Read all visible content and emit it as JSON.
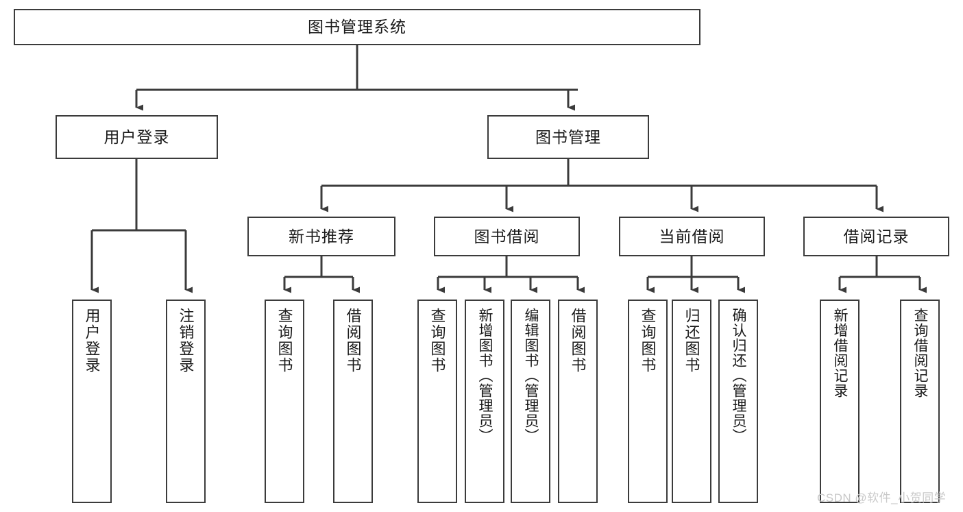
{
  "diagram": {
    "title": "图书管理系统",
    "type": "tree-hierarchy-chart",
    "orientation": "top-down",
    "node_fill": "#ffffff",
    "node_stroke": "#3b3b3b",
    "edge_color": "#3b3b3b",
    "background": "#ffffff"
  },
  "nodes": {
    "root": {
      "label": "图书管理系统"
    },
    "level2": [
      {
        "label": "用户登录"
      },
      {
        "label": "图书管理"
      }
    ],
    "level3": [
      {
        "label": "新书推荐"
      },
      {
        "label": "图书借阅"
      },
      {
        "label": "当前借阅"
      },
      {
        "label": "借阅记录"
      }
    ],
    "leaves_user_login": [
      {
        "label": "用户登录"
      },
      {
        "label": "注销登录"
      }
    ],
    "leaves_new_book": [
      {
        "label": "查询图书"
      },
      {
        "label": "借阅图书"
      }
    ],
    "leaves_borrow": [
      {
        "label": "查询图书"
      },
      {
        "label": "新增图书（管理员）"
      },
      {
        "label": "编辑图书（管理员）"
      },
      {
        "label": "借阅图书"
      }
    ],
    "leaves_current": [
      {
        "label": "查询图书"
      },
      {
        "label": "归还图书"
      },
      {
        "label": "确认归还（管理员）"
      }
    ],
    "leaves_records": [
      {
        "label": "新增借阅记录"
      },
      {
        "label": "查询借阅记录"
      }
    ]
  },
  "watermark": {
    "text": "CSDN @软件_小贺同学"
  }
}
